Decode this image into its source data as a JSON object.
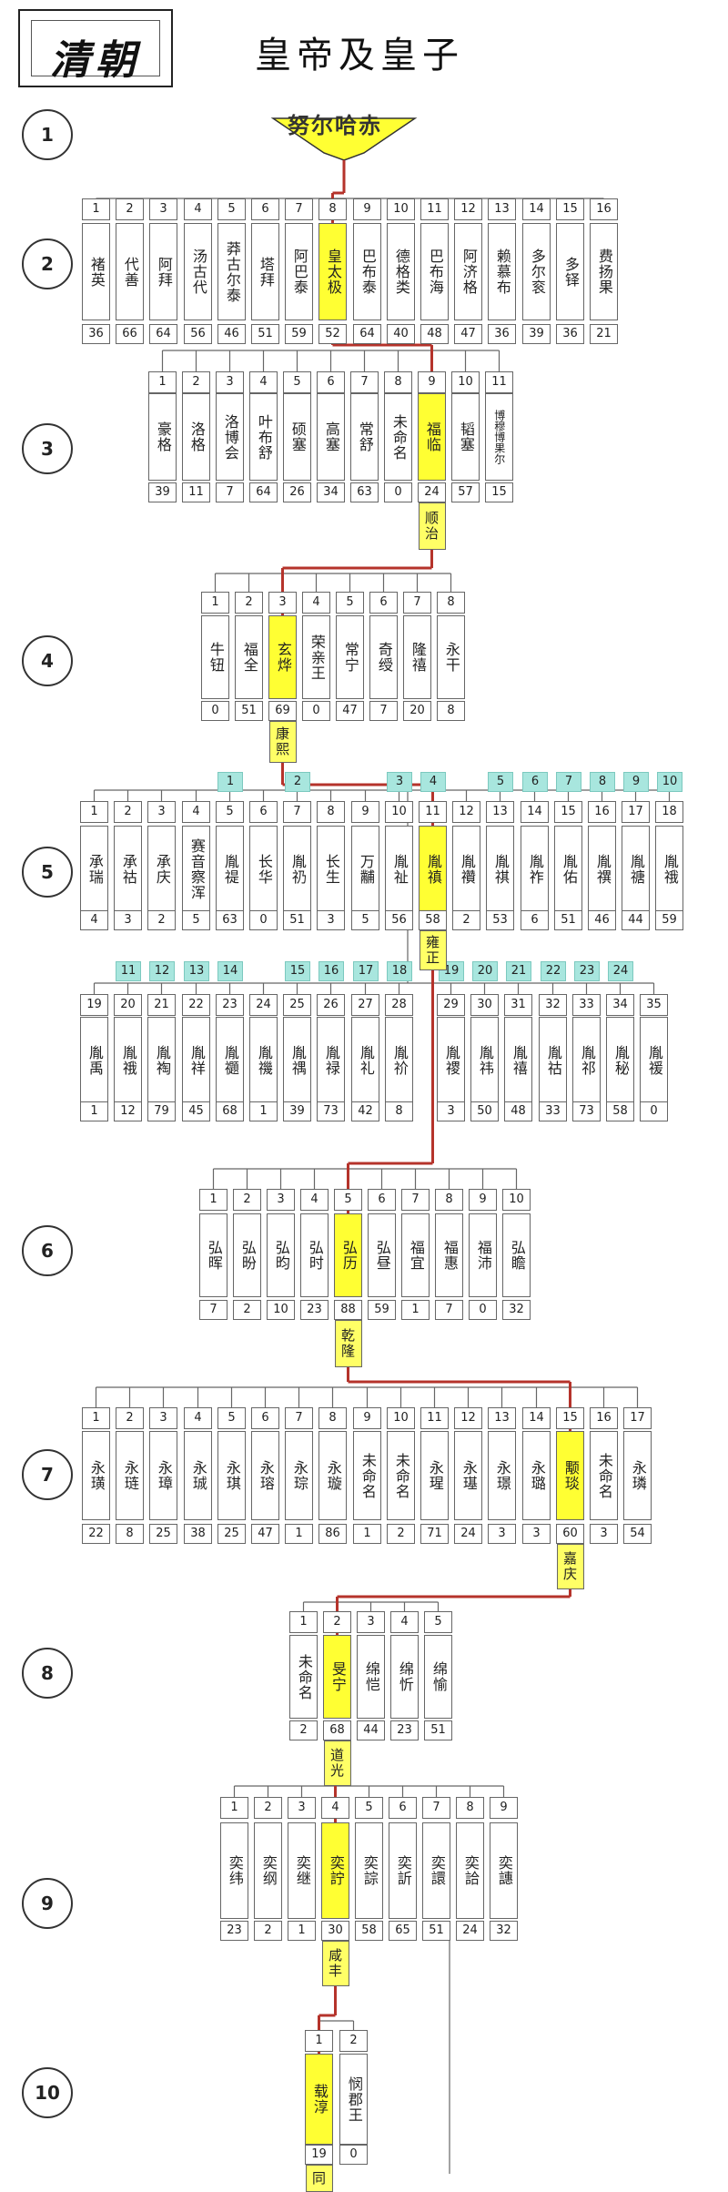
{
  "header": {
    "logo_text": "清朝",
    "subtitle": "皇帝及皇子"
  },
  "colors": {
    "highlight": "#ffff33",
    "lineage": "#b5332b",
    "badge": "#a8e6de",
    "structure": "#666666"
  },
  "founder": "努尔哈赤",
  "generations": [
    {
      "label": "1",
      "rows": []
    },
    {
      "label": "2",
      "reign": "",
      "rows": [
        {
          "nums": [
            "1",
            "2",
            "3",
            "4",
            "5",
            "6",
            "7",
            "8",
            "9",
            "10",
            "11",
            "12",
            "13",
            "14",
            "15",
            "16"
          ],
          "names": [
            "褚英",
            "代善",
            "阿拜",
            "汤古代",
            "莽古尔泰",
            "塔拜",
            "阿巴泰",
            "皇太极",
            "巴布泰",
            "德格类",
            "巴布海",
            "阿济格",
            "赖慕布",
            "多尔衮",
            "多铎",
            "费扬果"
          ],
          "ages": [
            "36",
            "66",
            "64",
            "56",
            "46",
            "51",
            "59",
            "52",
            "64",
            "40",
            "48",
            "47",
            "36",
            "39",
            "36",
            "21"
          ],
          "highlight_index": 7
        }
      ]
    },
    {
      "label": "3",
      "reign": "顺治",
      "rows": [
        {
          "nums": [
            "1",
            "2",
            "3",
            "4",
            "5",
            "6",
            "7",
            "8",
            "9",
            "10",
            "11"
          ],
          "names": [
            "豪格",
            "洛格",
            "洛博会",
            "叶布舒",
            "硕塞",
            "高塞",
            "常舒",
            "未命名",
            "福临",
            "韬塞",
            "博穆博果尔"
          ],
          "ages": [
            "39",
            "11",
            "7",
            "64",
            "26",
            "34",
            "63",
            "0",
            "24",
            "57",
            "15"
          ],
          "highlight_index": 8
        }
      ]
    },
    {
      "label": "4",
      "reign": "康熙",
      "rows": [
        {
          "nums": [
            "1",
            "2",
            "3",
            "4",
            "5",
            "6",
            "7",
            "8"
          ],
          "names": [
            "牛钮",
            "福全",
            "玄烨",
            "荣亲王",
            "常宁",
            "奇绶",
            "隆禧",
            "永干"
          ],
          "ages": [
            "0",
            "51",
            "69",
            "0",
            "47",
            "7",
            "20",
            "8"
          ],
          "highlight_index": 2
        }
      ]
    },
    {
      "label": "5",
      "reign": "雍正",
      "rows": [
        {
          "nums": [
            "1",
            "2",
            "3",
            "4",
            "5",
            "6",
            "7",
            "8",
            "9",
            "10",
            "11",
            "12",
            "13",
            "14",
            "15",
            "16",
            "17",
            "18"
          ],
          "names": [
            "承瑞",
            "承祜",
            "承庆",
            "赛音察浑",
            "胤禔",
            "长华",
            "胤礽",
            "长生",
            "万黼",
            "胤祉",
            "胤禛",
            "胤禶",
            "胤祺",
            "胤祚",
            "胤佑",
            "胤禩",
            "胤禟",
            "胤䄉"
          ],
          "ages": [
            "4",
            "3",
            "2",
            "5",
            "63",
            "0",
            "51",
            "3",
            "5",
            "56",
            "58",
            "2",
            "53",
            "6",
            "51",
            "46",
            "44",
            "59"
          ],
          "highlight_index": 10,
          "badges": [
            {
              "label": "1",
              "col": 4
            },
            {
              "label": "2",
              "col": 6
            },
            {
              "label": "3",
              "col": 9
            },
            {
              "label": "4",
              "col": 10
            },
            {
              "label": "5",
              "col": 12
            },
            {
              "label": "6",
              "col": 13
            },
            {
              "label": "7",
              "col": 14
            },
            {
              "label": "8",
              "col": 15
            },
            {
              "label": "9",
              "col": 16
            },
            {
              "label": "10",
              "col": 17
            }
          ]
        },
        {
          "nums": [
            "19",
            "20",
            "21",
            "22",
            "23",
            "24",
            "25",
            "26",
            "27",
            "28",
            "29",
            "30",
            "31",
            "32",
            "33",
            "34",
            "35"
          ],
          "names": [
            "胤禹",
            "胤䄉",
            "胤祹",
            "胤祥",
            "胤禵",
            "胤禨",
            "胤禑",
            "胤禄",
            "胤礼",
            "胤祄",
            "胤禝",
            "胤祎",
            "胤禧",
            "胤祜",
            "胤祁",
            "胤秘",
            "胤禐"
          ],
          "ages": [
            "1",
            "12",
            "79",
            "45",
            "68",
            "1",
            "39",
            "73",
            "42",
            "8",
            "3",
            "50",
            "48",
            "33",
            "73",
            "58",
            "0"
          ],
          "badges": [
            {
              "label": "11",
              "col": 1
            },
            {
              "label": "12",
              "col": 2
            },
            {
              "label": "13",
              "col": 3
            },
            {
              "label": "14",
              "col": 4
            },
            {
              "label": "15",
              "col": 6
            },
            {
              "label": "16",
              "col": 7
            },
            {
              "label": "17",
              "col": 8
            },
            {
              "label": "18",
              "col": 9
            },
            {
              "label": "19",
              "col": 10
            },
            {
              "label": "20",
              "col": 11
            },
            {
              "label": "21",
              "col": 12
            },
            {
              "label": "22",
              "col": 13
            },
            {
              "label": "23",
              "col": 14
            },
            {
              "label": "24",
              "col": 15
            }
          ]
        }
      ]
    },
    {
      "label": "6",
      "reign": "乾隆",
      "rows": [
        {
          "nums": [
            "1",
            "2",
            "3",
            "4",
            "5",
            "6",
            "7",
            "8",
            "9",
            "10"
          ],
          "names": [
            "弘晖",
            "弘昐",
            "弘昀",
            "弘时",
            "弘历",
            "弘昼",
            "福宜",
            "福惠",
            "福沛",
            "弘瞻"
          ],
          "ages": [
            "7",
            "2",
            "10",
            "23",
            "88",
            "59",
            "1",
            "7",
            "0",
            "32"
          ],
          "highlight_index": 4
        }
      ]
    },
    {
      "label": "7",
      "reign": "嘉庆",
      "rows": [
        {
          "nums": [
            "1",
            "2",
            "3",
            "4",
            "5",
            "6",
            "7",
            "8",
            "9",
            "10",
            "11",
            "12",
            "13",
            "14",
            "15",
            "16",
            "17"
          ],
          "names": [
            "永璜",
            "永琏",
            "永璋",
            "永珹",
            "永琪",
            "永瑢",
            "永琮",
            "永璇",
            "未命名",
            "未命名",
            "永瑆",
            "永璂",
            "永璟",
            "永璐",
            "颙琰",
            "未命名",
            "永璘"
          ],
          "ages": [
            "22",
            "8",
            "25",
            "38",
            "25",
            "47",
            "1",
            "86",
            "1",
            "2",
            "71",
            "24",
            "3",
            "3",
            "60",
            "3",
            "54"
          ],
          "highlight_index": 14
        }
      ]
    },
    {
      "label": "8",
      "reign": "道光",
      "rows": [
        {
          "nums": [
            "1",
            "2",
            "3",
            "4",
            "5"
          ],
          "names": [
            "未命名",
            "旻宁",
            "绵恺",
            "绵忻",
            "绵愉"
          ],
          "ages": [
            "2",
            "68",
            "44",
            "23",
            "51"
          ],
          "highlight_index": 1
        }
      ]
    },
    {
      "label": "9",
      "reign": "咸丰",
      "rows": [
        {
          "nums": [
            "1",
            "2",
            "3",
            "4",
            "5",
            "6",
            "7",
            "8",
            "9"
          ],
          "names": [
            "奕纬",
            "奕纲",
            "奕继",
            "奕詝",
            "奕誴",
            "奕訢",
            "奕譞",
            "奕詥",
            "奕譓"
          ],
          "ages": [
            "23",
            "2",
            "1",
            "30",
            "58",
            "65",
            "51",
            "24",
            "32"
          ],
          "highlight_index": 3
        }
      ]
    },
    {
      "label": "10",
      "reign": "同",
      "rows": [
        {
          "nums": [
            "1",
            "2"
          ],
          "names": [
            "载淳",
            "悯郡王"
          ],
          "ages": [
            "19",
            "0"
          ],
          "highlight_index": 0
        }
      ]
    }
  ]
}
